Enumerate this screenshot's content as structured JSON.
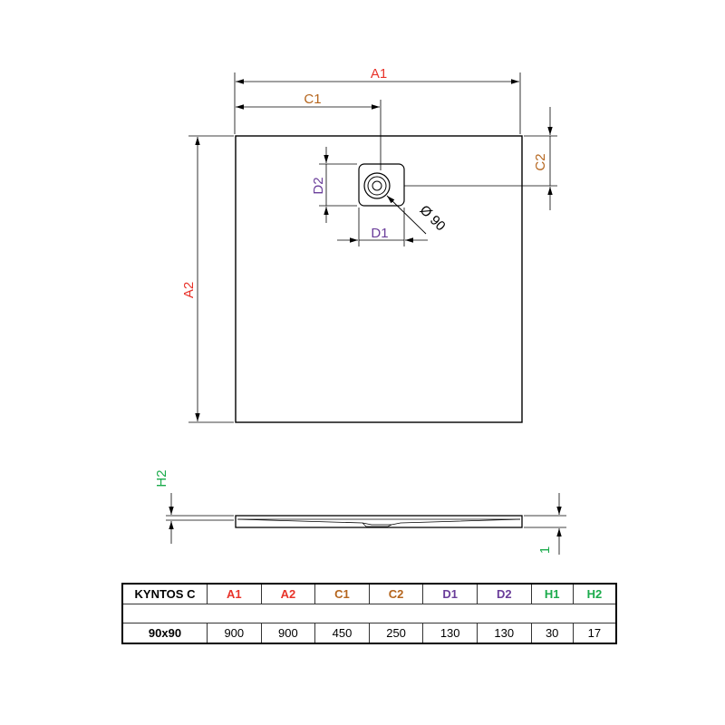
{
  "labels": {
    "a1": "A1",
    "a2": "A2",
    "c1": "C1",
    "c2": "C2",
    "d1": "D1",
    "d2": "D2",
    "drain": "Ø 90",
    "h2": "H2",
    "h1": "1"
  },
  "colors": {
    "a": "#e8332a",
    "c": "#b5651d",
    "d": "#6a3d9a",
    "h": "#1aab4b",
    "line": "#000000"
  },
  "table": {
    "header": {
      "model": "KYNTOS C",
      "cols": [
        "A1",
        "A2",
        "C1",
        "C2",
        "D1",
        "D2",
        "H1",
        "H2"
      ]
    },
    "row": {
      "model": "90x90",
      "values": [
        "900",
        "900",
        "450",
        "250",
        "130",
        "130",
        "30",
        "17"
      ]
    }
  }
}
